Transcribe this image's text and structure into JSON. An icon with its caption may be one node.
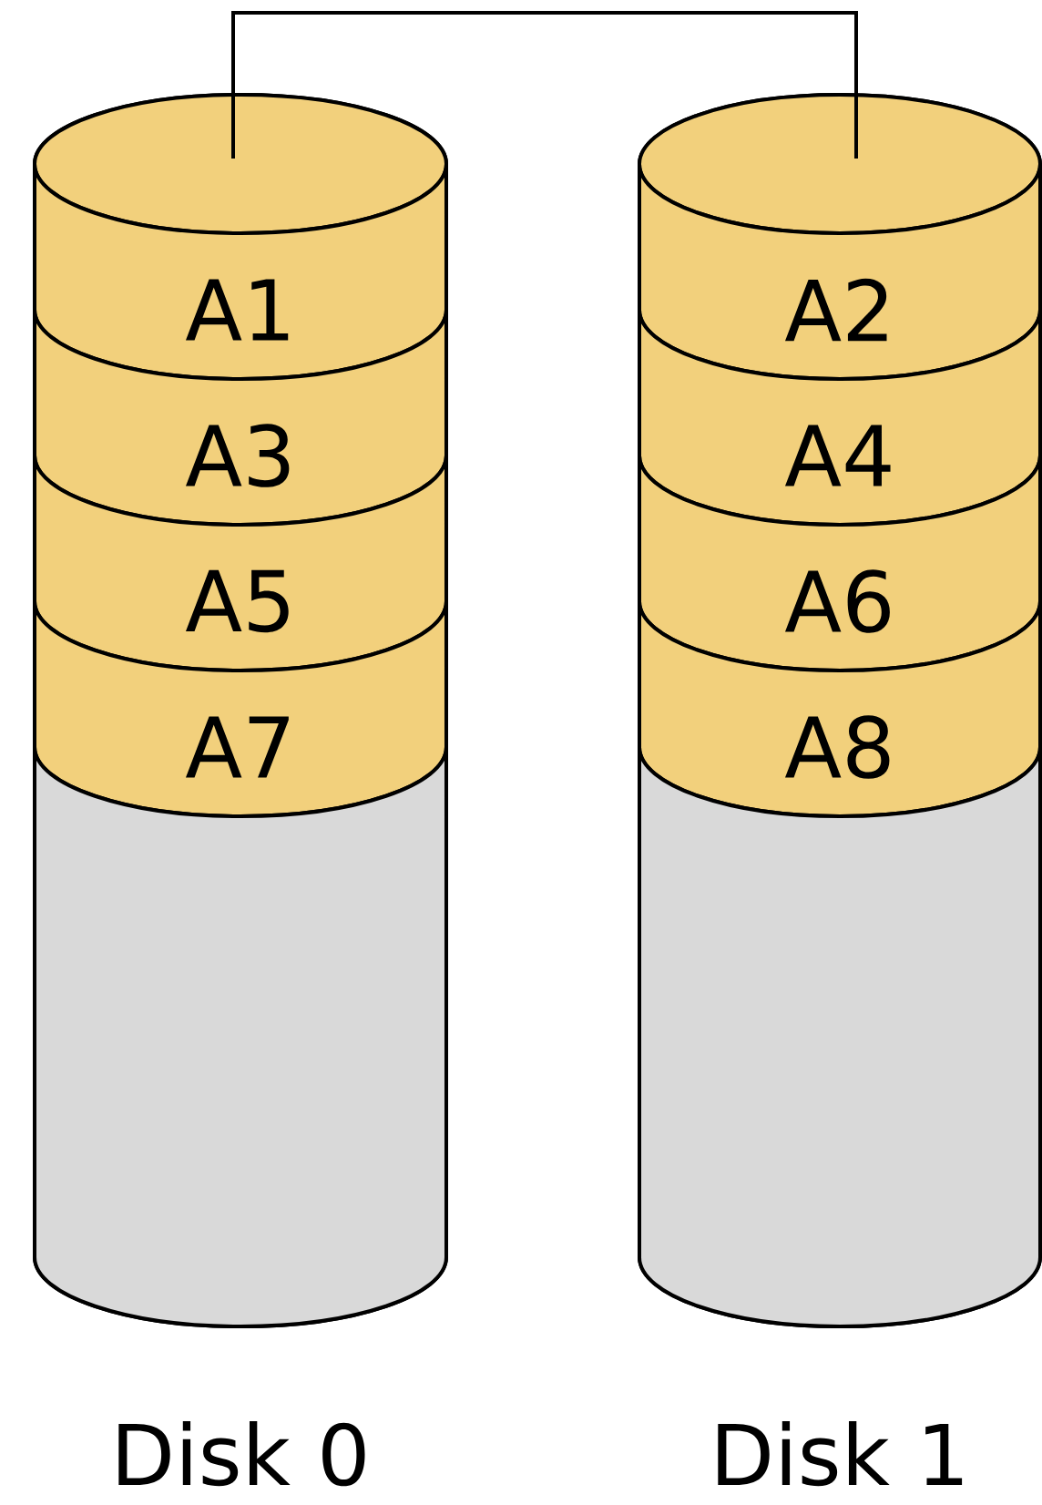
{
  "diagram": {
    "nodes": [
      {
        "text": [],
        "shape": "cylinder",
        "beside": [
          "Disk 0"
        ]
      },
      {
        "text": [
          "A1"
        ],
        "in": 0
      },
      {
        "text": [
          "A3"
        ],
        "in": 0
      },
      {
        "text": [
          "A5"
        ],
        "in": 0
      },
      {
        "text": [
          "A7"
        ],
        "in": 0
      },
      {
        "text": [],
        "shape": "cylinder",
        "in": 0
      },
      {
        "text": [],
        "shape": "cylinder",
        "beside": [
          "Disk 1"
        ]
      },
      {
        "text": [
          "A2"
        ],
        "in": 6
      },
      {
        "text": [
          "A4"
        ],
        "in": 6
      },
      {
        "text": [
          "A6"
        ],
        "in": 6
      },
      {
        "text": [
          "A8"
        ],
        "in": 6
      },
      {
        "text": [],
        "shape": "cylinder",
        "in": 6
      }
    ],
    "edges": [
      {
        "from": 0,
        "to": 6,
        "arrow": "none"
      }
    ]
  }
}
